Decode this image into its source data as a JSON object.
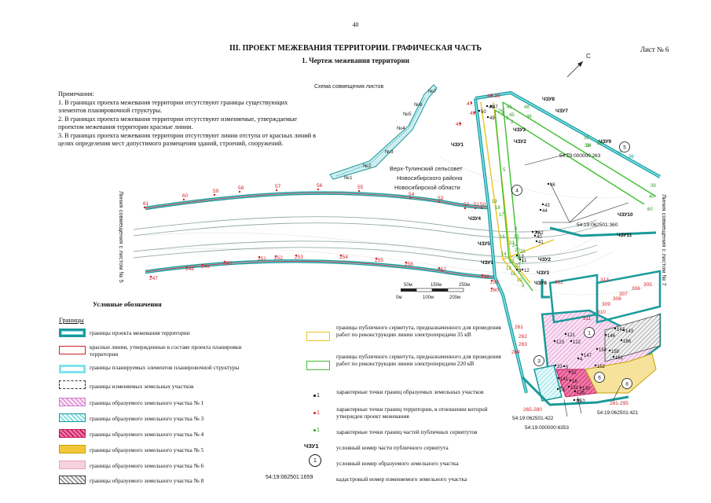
{
  "page_number": "40",
  "title": "III. ПРОЕКТ МЕЖЕВАНИЯ ТЕРРИТОРИИ. ГРАФИЧЕСКАЯ ЧАСТЬ",
  "subtitle": "1. Чертеж межевания территории",
  "sheet": "Лист № 6",
  "north": "С",
  "notes": {
    "heading": "Примечания:",
    "items": [
      "1. В границах проекта межевания территории отсутствуют границы существующих элементов планировочной структуры.",
      "2. В границах проекта межевания территории отсутствуют изменяемые, утверждаемые проектом межевания территории красные линии.",
      "3. В границах проекта межевания территории отсутствуют линии отступа от красных линий в целях определения мест допустимого размещения зданий, строений, сооружений."
    ]
  },
  "inset": {
    "title": "Схема совмещения листов",
    "sheets": [
      "№1",
      "№2",
      "№3",
      "№4",
      "№5",
      "№6",
      "№7"
    ]
  },
  "place_label": [
    "Верх-Тулинский сельсовет",
    "Новосибирского района",
    "Новосибирской области"
  ],
  "match_lines": {
    "left": "Линия совмещения с листом № 5",
    "right": "Линия совмещения с листом № 7"
  },
  "scale_bar": {
    "top_labels": [
      "50м",
      "150м",
      "250м"
    ],
    "bottom_labels": [
      "0м",
      "100м",
      "200м"
    ]
  },
  "map_labels": {
    "points_top_red": [
      "61",
      "60",
      "59",
      "58",
      "57",
      "56",
      "55",
      "54",
      "53",
      "52",
      "51",
      "50"
    ],
    "points_bottom_red": [
      "247",
      "248",
      "249",
      "250",
      "251",
      "252",
      "253",
      "254",
      "255",
      "256",
      "257",
      "258",
      "259",
      "260"
    ],
    "points_right_red": [
      "312",
      "313",
      "305",
      "306",
      "307",
      "308",
      "309",
      "310",
      "311",
      "261",
      "262",
      "263",
      "264",
      "265-280",
      "281-295"
    ],
    "top_corner_red": [
      "47",
      "46-39",
      "48",
      "49"
    ],
    "green_points": [
      "41",
      "45",
      "48",
      "46",
      "32",
      "33",
      "34",
      "38",
      "39",
      "40",
      "60",
      "5",
      "19",
      "18",
      "17",
      "16",
      "15",
      "14",
      "13",
      "12",
      "11",
      "10",
      "9",
      "8",
      "7",
      "20",
      "21",
      "22",
      "23",
      "24",
      "25",
      "26",
      "4",
      "3",
      "2",
      "1"
    ],
    "black_points": [
      "50",
      "48",
      "47",
      "49",
      "46",
      "43",
      "44",
      "42",
      "39",
      "40",
      "41",
      "121",
      "122",
      "123",
      "143",
      "142",
      "146",
      "166",
      "154",
      "159",
      "161",
      "152",
      "147",
      "4",
      "5",
      "33",
      "32",
      "18",
      "131",
      "130",
      "141",
      "28",
      "126",
      "15",
      "10",
      "9",
      "12",
      "11",
      "13",
      "14"
    ],
    "chzu": [
      "ЧЗУ8",
      "ЧЗУ7",
      "ЧЗУ3",
      "ЧЗУ2",
      "ЧЗУ1",
      "ЧЗУ9",
      "ЧЗУ4",
      "ЧЗУ5",
      "ЧЗУ10",
      "ЧЗУ11",
      "ЧЗУ2",
      "ЧЗУ1",
      "ЧЗУ3",
      "ЧЗУ6"
    ],
    "cadastral": [
      "54:19:000000:263",
      "54:19:062501:360",
      "54:19:062501:422",
      "54:19:000000:6353",
      "54:19:062501:421"
    ],
    "circled": [
      "5",
      "4",
      "1",
      "3",
      "6",
      "8"
    ],
    "blue_points": [
      "37",
      "36",
      "35"
    ]
  },
  "legend": {
    "title": "Условные обозначения",
    "section": "Границы",
    "left_items": [
      "границы проекта межевания территории",
      "красные линии, утвержденные в составе проекта планировки территории",
      "границы планируемых элементов планировочной структуры",
      "границы изменяемых земельных участков",
      "границы образуемого земельного участка № 1",
      "границы образуемого земельного участка № 3",
      "границы образуемого земельного участка № 4",
      "границы образуемого земельного участка № 5",
      "границы образуемого земельного участка № 6",
      "границы образуемого земельного участка № 8"
    ],
    "right_items": [
      "границы публичного сервитута, предназначенного для проведения работ по реконструкции линии электропередачи 35 кВ",
      "границы публичного сервитута, предназначенного для проведения работ по реконструкции линии электропередачи 220 кВ",
      "характерные точки границ образуемых земельных участков",
      "характерные точки границ территории, в отношении которой утвержден проект межевания",
      "характерные точки границ частей публичных сервитутов",
      "условный номер части публичного сервитута",
      "условный номер образуемого земельного участка",
      "кадастровый номер изменяемого земельного участка"
    ],
    "symbols": {
      "point": "1",
      "chzu": "ЧЗУ1",
      "circle": "1",
      "cadastral": "54:19:062501:1659"
    }
  },
  "colors": {
    "teal": "#1a9a9a",
    "cyan": "#7fe3ee",
    "red": "#d4202a",
    "yellow": "#e8c421",
    "green": "#3fbf32",
    "pink": "#e04d8c",
    "gold": "#f2c83a",
    "light_pink": "#f6d1de",
    "violet": "#d4a6dd"
  }
}
